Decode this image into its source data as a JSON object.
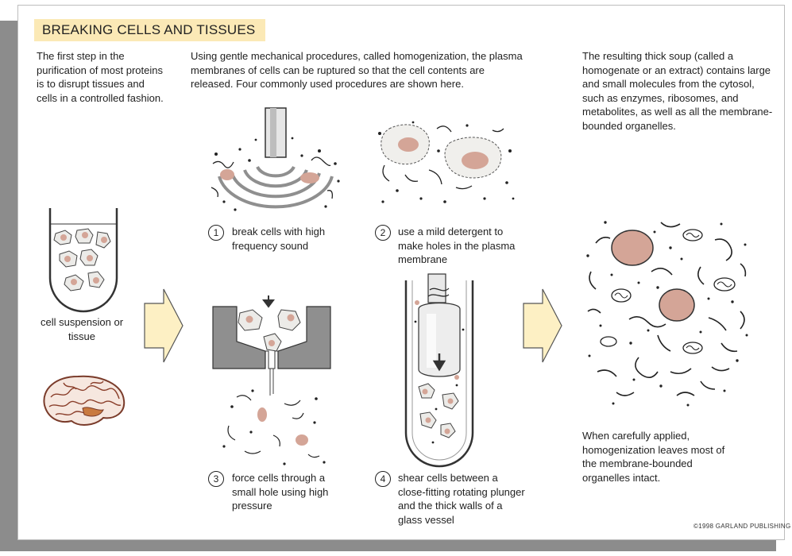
{
  "title": "BREAKING CELLS AND TISSUES",
  "intro_left": "The first step in the purification of most proteins is to disrupt tissues and cells in a controlled fashion.",
  "intro_middle": "Using gentle mechanical procedures, called homogenization, the plasma membranes of cells can be ruptured so that the cell contents are released. Four commonly used procedures are shown here.",
  "intro_right": "The resulting thick soup (called a homogenate or an extract) contains large and small molecules from the cytosol, such as enzymes, ribosomes, and metabolites, as well as all the membrane-bounded organelles.",
  "starting_material_label": "cell suspension or tissue",
  "procedures": [
    {
      "number": "1",
      "text": "break cells with high frequency sound"
    },
    {
      "number": "2",
      "text": "use a mild detergent to make holes in the plasma membrane"
    },
    {
      "number": "3",
      "text": "force cells through a small hole using high pressure"
    },
    {
      "number": "4",
      "text": "shear cells between a close-fitting rotating plunger and the thick walls of a glass vessel"
    }
  ],
  "conclusion": "When carefully applied, homogenization leaves most of the membrane-bounded organelles intact.",
  "copyright": "©1998 GARLAND PUBLISHING",
  "colors": {
    "title_bg": "#fbe9b6",
    "arrow_fill": "#fdf0c4",
    "nucleus": "#d4a597",
    "metal_gray": "#8f8f8f",
    "shadow": "#8c8c8c"
  }
}
